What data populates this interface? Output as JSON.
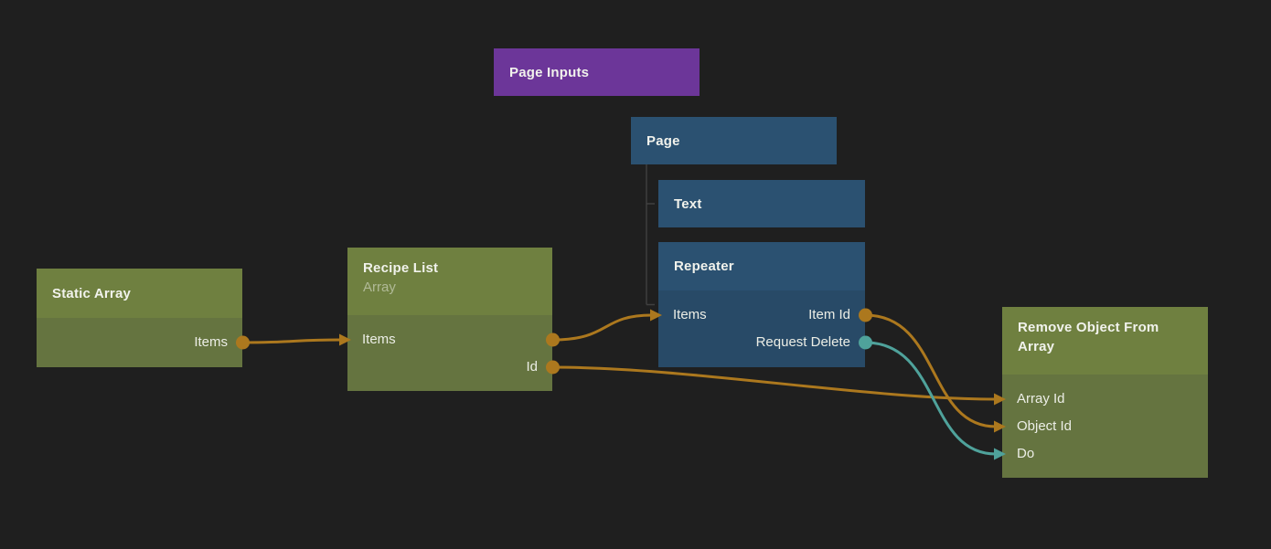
{
  "canvas": {
    "label": "node graph canvas"
  },
  "colors": {
    "orange": "#ac781e",
    "teal": "#4fa29b",
    "purple": "#6c3699",
    "blue_header": "#2b5171",
    "blue_body": "#284a67",
    "green_header": "#6f8040",
    "green_body": "#657440",
    "canvas_bg": "#1f1f1f",
    "hierarchy_line": "#404040"
  },
  "nodes": {
    "page_inputs": {
      "title": "Page Inputs"
    },
    "page": {
      "title": "Page"
    },
    "text": {
      "title": "Text"
    },
    "repeater": {
      "title": "Repeater",
      "ports": {
        "items": "Items",
        "item_id": "Item Id",
        "request_delete": "Request Delete"
      }
    },
    "static_array": {
      "title": "Static Array",
      "ports": {
        "items": "Items"
      }
    },
    "recipe_list": {
      "title": "Recipe List",
      "subtitle": "Array",
      "ports": {
        "items": "Items",
        "id": "Id"
      }
    },
    "remove_object": {
      "title": "Remove Object From Array",
      "ports": {
        "array_id": "Array Id",
        "object_id": "Object Id",
        "do": "Do"
      }
    }
  },
  "connections": [
    {
      "from": "static_array.items",
      "to": "recipe_list.items",
      "color": "orange"
    },
    {
      "from": "recipe_list.items",
      "to": "repeater.items",
      "color": "orange"
    },
    {
      "from": "recipe_list.id",
      "to": "remove_object.array_id",
      "color": "orange"
    },
    {
      "from": "repeater.item_id",
      "to": "remove_object.object_id",
      "color": "orange"
    },
    {
      "from": "repeater.request_delete",
      "to": "remove_object.do",
      "color": "teal"
    }
  ],
  "hierarchy": [
    {
      "parent": "page",
      "children": [
        "text",
        "repeater"
      ]
    }
  ]
}
